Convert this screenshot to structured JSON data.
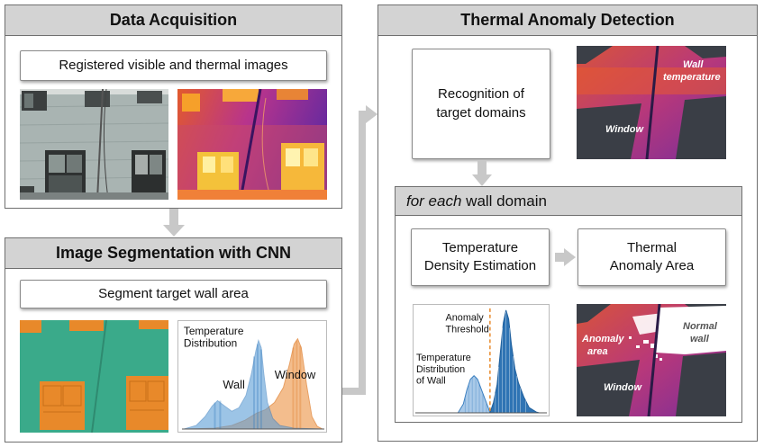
{
  "acquisition": {
    "title": "Data Acquisition",
    "box": "Registered visible and thermal images"
  },
  "segmentation": {
    "title": "Image Segmentation with CNN",
    "box": "Segment target wall area",
    "chart": {
      "title_line1": "Temperature",
      "title_line2": "Distribution",
      "wall_label": "Wall",
      "window_label": "Window"
    }
  },
  "detection": {
    "title": "Thermal Anomaly Detection",
    "recognition_line1": "Recognition of",
    "recognition_line2": "target domains",
    "wall_temp_line1": "Wall",
    "wall_temp_line2": "temperature",
    "window_label": "Window",
    "sub": {
      "title_italic": "for each",
      "title_rest": " wall domain",
      "density_line1": "Temperature",
      "density_line2": "Density Estimation",
      "anomaly_line1": "Thermal",
      "anomaly_line2": "Anomaly Area",
      "chart": {
        "threshold_line1": "Anomaly",
        "threshold_line2": "Threshold",
        "dist_line1": "Temperature",
        "dist_line2": "Distribution",
        "dist_line3": "of Wall"
      },
      "anomaly_line_a": "Anomaly",
      "anomaly_line_b": "area",
      "normal_line_a": "Normal",
      "normal_line_b": "wall",
      "window_label": "Window"
    }
  },
  "colors": {
    "header_bg": "#d3d3d3",
    "border": "#6f6f6f",
    "arrow": "#c8c8c8",
    "segment_green": "#3aaa8a",
    "segment_orange": "#e8892a",
    "hist_blue": "#3a7fc0",
    "hist_orange": "#f0a868",
    "threshold": "#e8892a"
  }
}
